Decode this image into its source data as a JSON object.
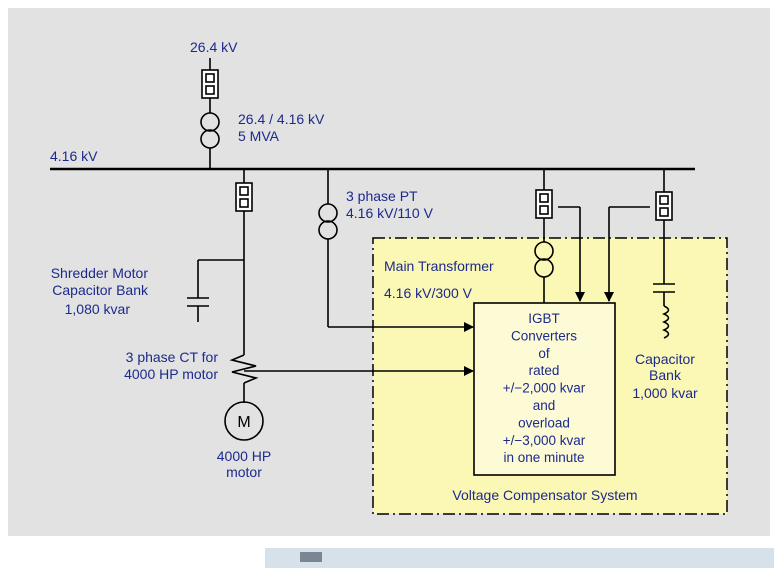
{
  "colors": {
    "background": "#e2e2e2",
    "line": "#000000",
    "label_text": "#1c2a8c",
    "compensator_fill": "#fbf7b4",
    "converter_fill": "#fdfbd6"
  },
  "labels": {
    "source_voltage": "26.4 kV",
    "transformer_ratio": "26.4 / 4.16 kV",
    "transformer_rating": "5 MVA",
    "bus_voltage": "4.16 kV",
    "pt_title": "3 phase PT",
    "pt_ratio": "4.16 kV/110 V",
    "shredder_line1": "Shredder Motor",
    "shredder_line2": "Capacitor Bank",
    "shredder_line3": "1,080 kvar",
    "ct_line1": "3 phase CT for",
    "ct_line2": "4000 HP motor",
    "motor_symbol": "M",
    "motor_line1": "4000 HP",
    "motor_line2": "motor",
    "main_transformer_title": "Main Transformer",
    "main_transformer_ratio": "4.16 kV/300 V",
    "cap_bank_line1": "Capacitor",
    "cap_bank_line2": "Bank",
    "cap_bank_line3": "1,000 kvar",
    "compensator_system": "Voltage Compensator System"
  },
  "converter_lines": [
    "IGBT",
    "Converters",
    "of",
    "rated",
    "+/−2,000 kvar",
    "and",
    "overload",
    "+/−3,000 kvar",
    "in one minute"
  ]
}
